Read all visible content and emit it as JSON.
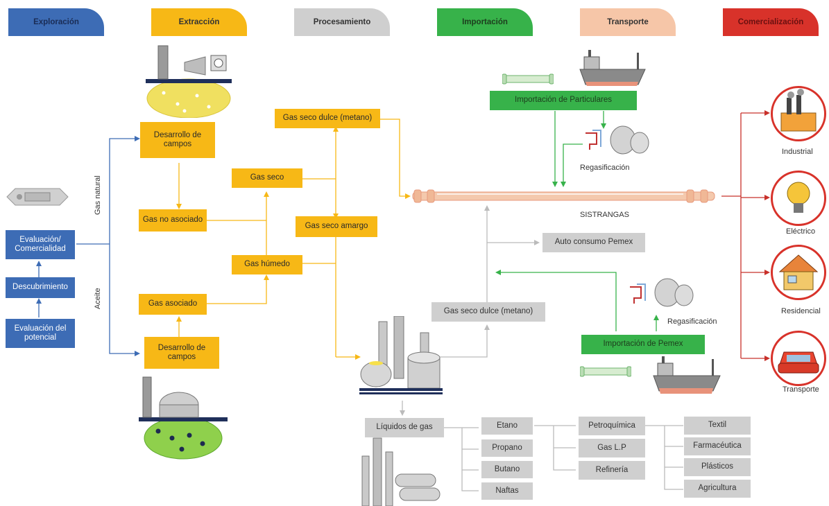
{
  "stages": {
    "exploracion": "Exploración",
    "extraccion": "Extracción",
    "procesamiento": "Procesamiento",
    "importacion": "Importación",
    "transporte": "Transporte",
    "comercializacion": "Comercialización"
  },
  "colors": {
    "exploracion": "#3d6cb5",
    "extraccion": "#f7b816",
    "procesamiento": "#cfcfcf",
    "importacion": "#37b24a",
    "transporte": "#f6c6a8",
    "comercializacion": "#d8322a"
  },
  "exploration": {
    "evaluacion_comercialidad": "Evaluación/ Comercialidad",
    "descubrimiento": "Descubrimiento",
    "evaluacion_potencial": "Evaluación del potencial",
    "gas_natural": "Gas natural",
    "aceite": "Aceite"
  },
  "extraction": {
    "desarrollo_campos_1": "Desarrollo de campos",
    "gas_no_asociado": "Gas no asociado",
    "gas_asociado": "Gas asociado",
    "desarrollo_campos_2": "Desarrollo de campos"
  },
  "processing": {
    "gas_seco": "Gas seco",
    "gas_humedo": "Gas húmedo",
    "gas_seco_dulce": "Gas seco dulce (metano)",
    "gas_seco_amargo": "Gas seco amargo",
    "gas_seco_dulce_2": "Gas seco dulce (metano)",
    "liquidos_gas": "Líquidos de gas"
  },
  "liquids": [
    "Etano",
    "Propano",
    "Butano",
    "Naftas"
  ],
  "products": [
    "Petroquímica",
    "Gas L.P",
    "Refinería"
  ],
  "industries": [
    "Textil",
    "Farmacéutica",
    "Plásticos",
    "Agricultura"
  ],
  "import": {
    "particulares": "Importación de Particulares",
    "pemex": "Importación de Pemex",
    "regasificacion_1": "Regasificación",
    "regasificacion_2": "Regasificación"
  },
  "transport": {
    "sistrangas": "SISTRANGAS",
    "auto_consumo": "Auto consumo Pemex"
  },
  "sectors": [
    "Industrial",
    "Eléctrico",
    "Residencial",
    "Transporte"
  ]
}
